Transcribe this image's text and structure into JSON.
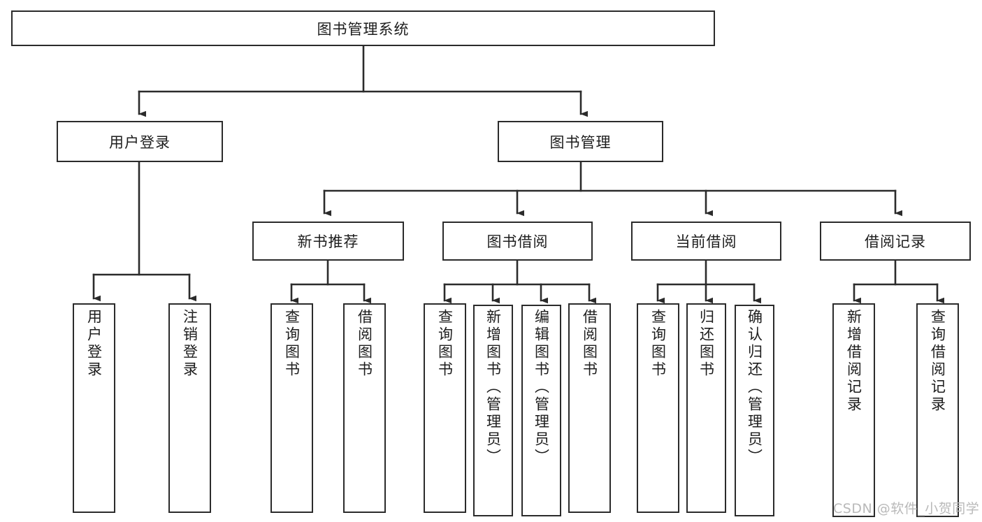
{
  "diagram": {
    "type": "tree-hierarchy",
    "title": "图书管理系统",
    "root": {
      "label": "图书管理系统"
    },
    "level1": [
      {
        "label": "用户登录"
      },
      {
        "label": "图书管理"
      }
    ],
    "level2": [
      {
        "label": "新书推荐"
      },
      {
        "label": "图书借阅"
      },
      {
        "label": "当前借阅"
      },
      {
        "label": "借阅记录"
      }
    ],
    "leaves": {
      "user_login": [
        {
          "label": "用户登录"
        },
        {
          "label": "注销登录"
        }
      ],
      "new_book_recommend": [
        {
          "label": "查询图书"
        },
        {
          "label": "借阅图书"
        }
      ],
      "book_borrow": [
        {
          "label": "查询图书"
        },
        {
          "label": "新增图书（管理员）"
        },
        {
          "label": "编辑图书（管理员）"
        },
        {
          "label": "借阅图书"
        }
      ],
      "current_borrow": [
        {
          "label": "查询图书"
        },
        {
          "label": "归还图书"
        },
        {
          "label": "确认归还（管理员）"
        }
      ],
      "borrow_record": [
        {
          "label": "新增借阅记录"
        },
        {
          "label": "查询借阅记录"
        }
      ]
    }
  },
  "watermark": {
    "text": "CSDN @软件_小贺同学"
  },
  "colors": {
    "stroke": "#2b2b2b",
    "fill": "#ffffff",
    "text": "#1d1d1d",
    "watermark": "#b9b9b9"
  }
}
